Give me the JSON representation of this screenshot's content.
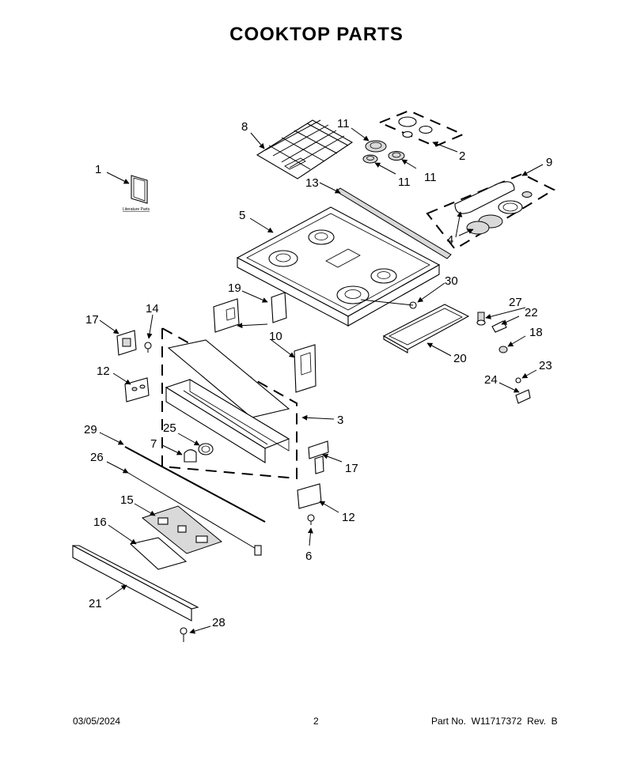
{
  "title": "COOKTOP PARTS",
  "footer": {
    "date": "03/05/2024",
    "page": "2",
    "part_number": "Part No.  W11717372  Rev.  B"
  },
  "literature_label": "Literature Parts",
  "callouts": {
    "c1": "1",
    "c2": "2",
    "c3": "3",
    "c4": "4",
    "c5": "5",
    "c6": "6",
    "c7": "7",
    "c8": "8",
    "c9": "9",
    "c10": "10",
    "c11a": "11",
    "c11b": "11",
    "c11c": "11",
    "c12a": "12",
    "c12b": "12",
    "c13": "13",
    "c14": "14",
    "c15": "15",
    "c16": "16",
    "c17a": "17",
    "c17b": "17",
    "c18": "18",
    "c19": "19",
    "c20": "20",
    "c21": "21",
    "c22": "22",
    "c23": "23",
    "c24": "24",
    "c25": "25",
    "c26": "26",
    "c27": "27",
    "c28": "28",
    "c29": "29",
    "c30": "30"
  }
}
